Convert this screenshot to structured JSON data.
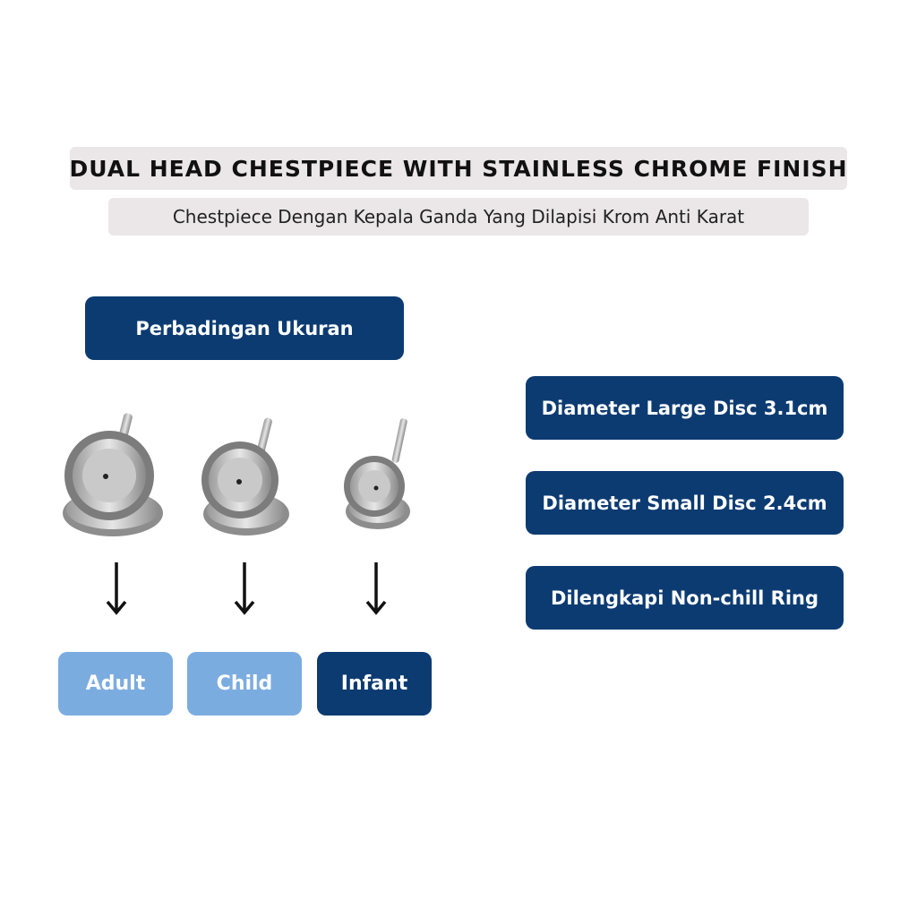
{
  "header": {
    "title": "DUAL HEAD CHESTPIECE WITH STAINLESS CHROME FINISH",
    "subtitle": "Chestpiece Dengan Kepala Ganda Yang Dilapisi Krom Anti Karat"
  },
  "comparison": {
    "label": "Perbadingan Ukuran",
    "sizes": [
      "Adult",
      "Child",
      "Infant"
    ]
  },
  "features": [
    "Diameter Large Disc 3.1cm",
    "Diameter Small Disc 2.4cm",
    "Dilengkapi Non-chill Ring"
  ],
  "colors": {
    "navy": "#0c3b72",
    "light_blue": "#7bace0",
    "title_bg": "#ebe7e8"
  },
  "icons": [
    "stethoscope-chestpiece-adult",
    "stethoscope-chestpiece-child",
    "stethoscope-chestpiece-infant",
    "arrow-down-icon"
  ]
}
